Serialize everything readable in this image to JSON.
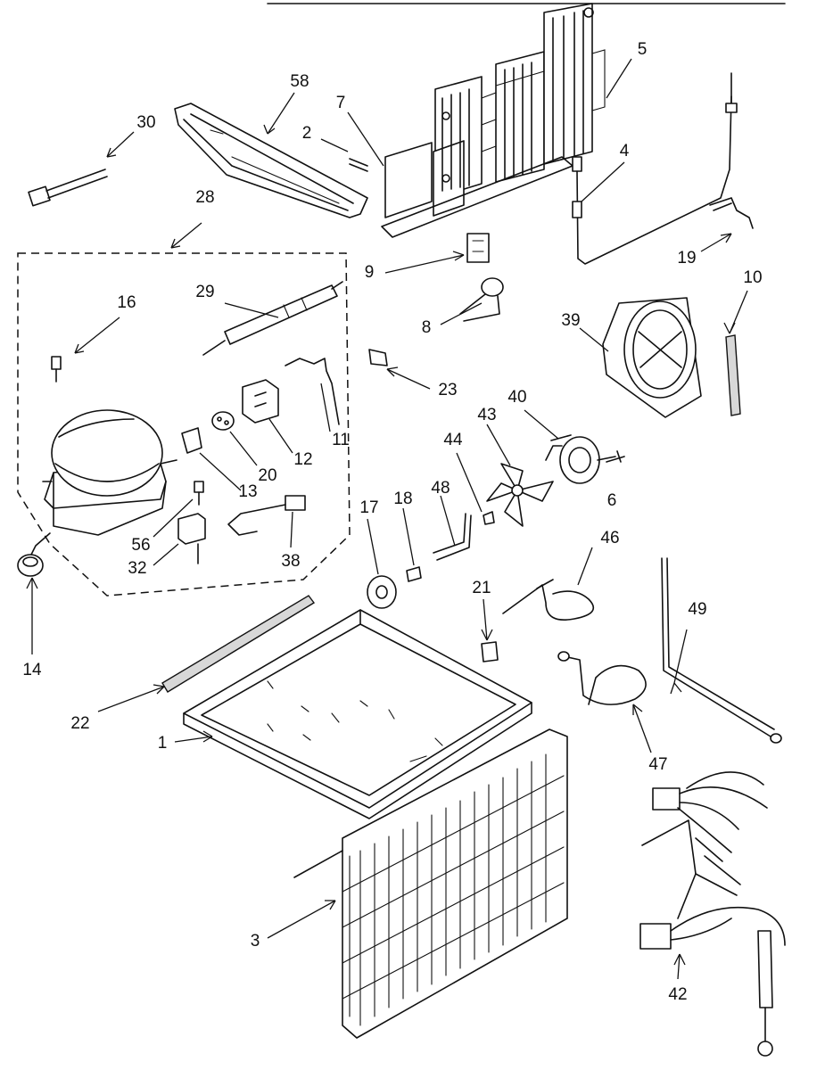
{
  "callouts": [
    {
      "id": "p58",
      "text": "58"
    },
    {
      "id": "p7",
      "text": "7"
    },
    {
      "id": "p5",
      "text": "5"
    },
    {
      "id": "p30",
      "text": "30"
    },
    {
      "id": "p2",
      "text": "2"
    },
    {
      "id": "p4",
      "text": "4"
    },
    {
      "id": "p28",
      "text": "28"
    },
    {
      "id": "p19",
      "text": "19"
    },
    {
      "id": "p9",
      "text": "9"
    },
    {
      "id": "p10",
      "text": "10"
    },
    {
      "id": "p29",
      "text": "29"
    },
    {
      "id": "p16",
      "text": "16"
    },
    {
      "id": "p8",
      "text": "8"
    },
    {
      "id": "p39",
      "text": "39"
    },
    {
      "id": "p23",
      "text": "23"
    },
    {
      "id": "p40",
      "text": "40"
    },
    {
      "id": "p11",
      "text": "11"
    },
    {
      "id": "p12",
      "text": "12"
    },
    {
      "id": "p20",
      "text": "20"
    },
    {
      "id": "p44",
      "text": "44"
    },
    {
      "id": "p43",
      "text": "43"
    },
    {
      "id": "p13",
      "text": "13"
    },
    {
      "id": "p17",
      "text": "17"
    },
    {
      "id": "p18",
      "text": "18"
    },
    {
      "id": "p48",
      "text": "48"
    },
    {
      "id": "p6",
      "text": "6"
    },
    {
      "id": "p56",
      "text": "56"
    },
    {
      "id": "p32",
      "text": "32"
    },
    {
      "id": "p38",
      "text": "38"
    },
    {
      "id": "p46",
      "text": "46"
    },
    {
      "id": "p21",
      "text": "21"
    },
    {
      "id": "p49",
      "text": "49"
    },
    {
      "id": "p14",
      "text": "14"
    },
    {
      "id": "p22",
      "text": "22"
    },
    {
      "id": "p1",
      "text": "1"
    },
    {
      "id": "p47",
      "text": "47"
    },
    {
      "id": "p3",
      "text": "3"
    },
    {
      "id": "p42",
      "text": "42"
    }
  ]
}
